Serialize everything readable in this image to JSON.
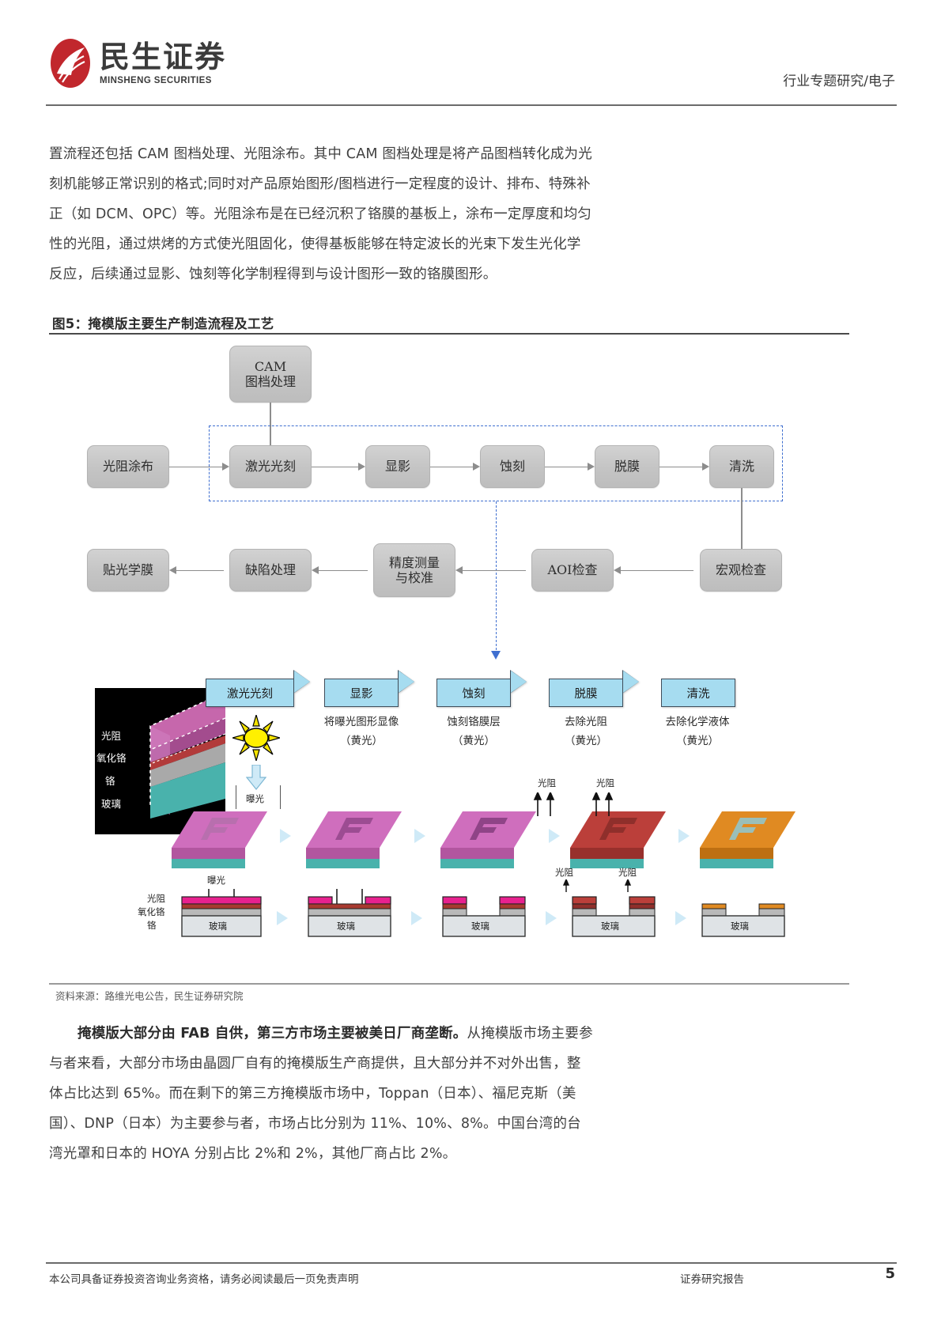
{
  "header": {
    "logo_cn": "民生证券",
    "logo_en": "MINSHENG SECURITIES",
    "right_label": "行业专题研究/电子"
  },
  "intro_paragraph": "置流程还包括 CAM 图档处理、光阻涂布。其中 CAM 图档处理是将产品图档转化成为光刻机能够正常识别的格式;同时对产品原始图形/图档进行一定程度的设计、排布、特殊补正（如 DCM、OPC）等。光阻涂布是在已经沉积了铬膜的基板上，涂布一定厚度和均匀性的光阻，通过烘烤的方式使光阻固化，使得基板能够在特定波长的光束下发生光化学反应，后续通过显影、蚀刻等化学制程得到与设计图形一致的铬膜图形。",
  "figure": {
    "caption": "图5：掩模版主要生产制造流程及工艺",
    "source": "资料来源：路维光电公告，民生证券研究院",
    "flow": {
      "cam": "CAM\n图档处理",
      "cam_line1": "CAM",
      "cam_line2": "图档处理",
      "row1": [
        {
          "label": "光阻涂布"
        },
        {
          "label": "激光光刻"
        },
        {
          "label": "显影"
        },
        {
          "label": "蚀刻"
        },
        {
          "label": "脱膜"
        },
        {
          "label": "清洗"
        }
      ],
      "row2": [
        {
          "label": "贴光学膜"
        },
        {
          "label": "缺陷处理"
        },
        {
          "label": "精度测量\n与校准",
          "line1": "精度测量",
          "line2": "与校准"
        },
        {
          "label": "AOI检查"
        },
        {
          "label": "宏观检查"
        }
      ]
    },
    "illustration": {
      "stack_labels": [
        "光阻",
        "氧化铬",
        "铬",
        "玻璃"
      ],
      "exposure_label": "曝光",
      "resist_marks": [
        "光阻",
        "光阻"
      ],
      "cross_section_labels": [
        "光阻",
        "氧化铬",
        "铬"
      ],
      "glass_label": "玻璃",
      "steps": [
        {
          "chevron": "激光光刻",
          "desc_line1": "",
          "desc_line2": ""
        },
        {
          "chevron": "显影",
          "desc_line1": "将曝光图形显像",
          "desc_line2": "（黄光）"
        },
        {
          "chevron": "蚀刻",
          "desc_line1": "蚀刻铬膜层",
          "desc_line2": "（黄光）"
        },
        {
          "chevron": "脱膜",
          "desc_line1": "去除光阻",
          "desc_line2": "（黄光）"
        },
        {
          "chevron": "清洗",
          "desc_line1": "去除化学液体",
          "desc_line2": "（黄光）"
        }
      ]
    }
  },
  "bottom_paragraph": {
    "bold_lead": "掩模版大部分由 FAB 自供，第三方市场主要被美日厂商垄断。",
    "rest": "从掩模版市场主要参与者来看，大部分市场由晶圆厂自有的掩模版生产商提供，且大部分并不对外出售，整体占比达到 65%。而在剩下的第三方掩模版市场中，Toppan（日本）、福尼克斯（美国）、DNP（日本）为主要参与者，市场占比分别为 11%、10%、8%。中国台湾的台湾光罩和日本的 HOYA 分别占比 2%和 2%，其他厂商占比 2%。"
  },
  "footer": {
    "left": "本公司具备证券投资咨询业务资格，请务必阅读最后一页免责声明",
    "center": "证券研究报告",
    "page": "5"
  },
  "colors": {
    "brand_red": "#c1272d",
    "chevron_blue": "#a6dcf0",
    "dashed_blue": "#3f6fd0",
    "box_gray": "#c8c8c8"
  }
}
